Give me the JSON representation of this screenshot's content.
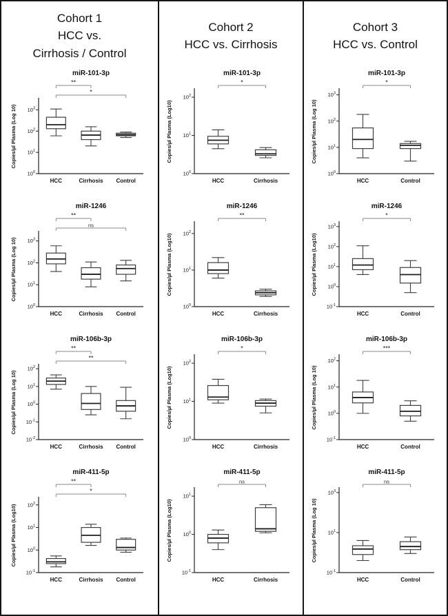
{
  "figure": {
    "columns": [
      {
        "id": "cohort-1",
        "header": "Cohort 1\nHCC vs.\nCirrhosis  / Control"
      },
      {
        "id": "cohort-2",
        "header": "Cohort 2\nHCC vs. Cirrhosis"
      },
      {
        "id": "cohort-3",
        "header": "Cohort 3\nHCC vs. Control"
      }
    ]
  },
  "chart_data": [
    {
      "type": "box",
      "cohort": 1,
      "title": "miR-101-3p",
      "ylabel": "Copies/µl Plasma (Log 10)",
      "yticks": [
        0,
        1,
        2,
        3
      ],
      "ylim": [
        0,
        3.5
      ],
      "groups": [
        {
          "label": "HCC",
          "whislo": 60,
          "q1": 130,
          "med": 200,
          "q3": 450,
          "whishi": 1100
        },
        {
          "label": "Cirrhosis",
          "whislo": 20,
          "q1": 40,
          "med": 65,
          "q3": 100,
          "whishi": 160
        },
        {
          "label": "Control",
          "whislo": 50,
          "q1": 60,
          "med": 68,
          "q3": 80,
          "whishi": 90
        }
      ],
      "brackets": [
        {
          "from": 0,
          "to": 1,
          "label": "**",
          "level": 1
        },
        {
          "from": 0,
          "to": 2,
          "label": "*",
          "level": 0
        }
      ]
    },
    {
      "type": "box",
      "cohort": 1,
      "title": "miR-1246",
      "ylabel": "Copies/µl Plasma (Log 10)",
      "yticks": [
        0,
        1,
        2,
        3
      ],
      "ylim": [
        0,
        3.4
      ],
      "groups": [
        {
          "label": "HCC",
          "whislo": 40,
          "q1": 90,
          "med": 150,
          "q3": 280,
          "whishi": 600
        },
        {
          "label": "Cirrhosis",
          "whislo": 8,
          "q1": 18,
          "med": 30,
          "q3": 60,
          "whishi": 110
        },
        {
          "label": "Control",
          "whislo": 15,
          "q1": 30,
          "med": 55,
          "q3": 80,
          "whishi": 130
        }
      ],
      "brackets": [
        {
          "from": 0,
          "to": 1,
          "label": "**",
          "level": 1
        },
        {
          "from": 0,
          "to": 2,
          "label": "ns",
          "level": 0
        }
      ]
    },
    {
      "type": "box",
      "cohort": 1,
      "title": "miR-106b-3p",
      "ylabel": "Copies/µl Plasma (Log 10)",
      "yticks": [
        -2,
        -1,
        0,
        1,
        2
      ],
      "ylim": [
        -2,
        2.2
      ],
      "groups": [
        {
          "label": "HCC",
          "whislo": 7,
          "q1": 13,
          "med": 20,
          "q3": 30,
          "whishi": 45
        },
        {
          "label": "Cirrhosis",
          "whislo": 0.25,
          "q1": 0.5,
          "med": 1.1,
          "q3": 4,
          "whishi": 10
        },
        {
          "label": "Control",
          "whislo": 0.15,
          "q1": 0.4,
          "med": 0.8,
          "q3": 1.6,
          "whishi": 9
        }
      ],
      "brackets": [
        {
          "from": 0,
          "to": 1,
          "label": "**",
          "level": 1
        },
        {
          "from": 0,
          "to": 2,
          "label": "**",
          "level": 0
        }
      ]
    },
    {
      "type": "box",
      "cohort": 1,
      "title": "miR-411-5p",
      "ylabel": "Copies/µl Plasma (Log10)",
      "yticks": [
        -1,
        0,
        1,
        2
      ],
      "ylim": [
        -1,
        2.3
      ],
      "groups": [
        {
          "label": "HCC",
          "whislo": 0.18,
          "q1": 0.25,
          "med": 0.3,
          "q3": 0.42,
          "whishi": 0.55
        },
        {
          "label": "Cirrhosis",
          "whislo": 1.6,
          "q1": 2.2,
          "med": 4.5,
          "q3": 10,
          "whishi": 14
        },
        {
          "label": "Control",
          "whislo": 0.8,
          "q1": 1.0,
          "med": 1.3,
          "q3": 3.0,
          "whishi": 3.4
        }
      ],
      "brackets": [
        {
          "from": 0,
          "to": 1,
          "label": "**",
          "level": 1
        },
        {
          "from": 0,
          "to": 2,
          "label": "*",
          "level": 0
        }
      ]
    },
    {
      "type": "box",
      "cohort": 2,
      "title": "miR-101-3p",
      "ylabel": "Copies/µl Plasma (Log10)",
      "yticks": [
        0,
        1,
        2
      ],
      "ylim": [
        0,
        2.2
      ],
      "groups": [
        {
          "label": "HCC",
          "whislo": 4.5,
          "q1": 6,
          "med": 7.5,
          "q3": 9.5,
          "whishi": 14
        },
        {
          "label": "Cirrhosis",
          "whislo": 2.6,
          "q1": 3.0,
          "med": 3.3,
          "q3": 4.2,
          "whishi": 4.8
        }
      ],
      "brackets": [
        {
          "from": 0,
          "to": 1,
          "label": "*",
          "level": 0
        }
      ]
    },
    {
      "type": "box",
      "cohort": 2,
      "title": "miR-1246",
      "ylabel": "Copies/µl Plasma (Log10)",
      "yticks": [
        0,
        1,
        2
      ],
      "ylim": [
        0,
        2.3
      ],
      "groups": [
        {
          "label": "HCC",
          "whislo": 6,
          "q1": 8,
          "med": 10,
          "q3": 16,
          "whishi": 22
        },
        {
          "label": "Cirrhosis",
          "whislo": 1.9,
          "q1": 2.1,
          "med": 2.4,
          "q3": 2.7,
          "whishi": 3.0
        }
      ],
      "brackets": [
        {
          "from": 0,
          "to": 1,
          "label": "**",
          "level": 0
        }
      ]
    },
    {
      "type": "box",
      "cohort": 2,
      "title": "miR-106b-3p",
      "ylabel": "Copies/µl Plasma (Log10)",
      "yticks": [
        0,
        1,
        2
      ],
      "ylim": [
        0,
        2.2
      ],
      "groups": [
        {
          "label": "HCC",
          "whislo": 9,
          "q1": 11,
          "med": 13,
          "q3": 26,
          "whishi": 38
        },
        {
          "label": "Cirrhosis",
          "whislo": 5,
          "q1": 7.5,
          "med": 9,
          "q3": 10.5,
          "whishi": 11.5
        }
      ],
      "brackets": [
        {
          "from": 0,
          "to": 1,
          "label": "*",
          "level": 0
        }
      ]
    },
    {
      "type": "box",
      "cohort": 2,
      "title": "miR-411-5p",
      "ylabel": "Copies/µl Plasma (Log10)",
      "yticks": [
        -1,
        0,
        1
      ],
      "ylim": [
        -1,
        1.2
      ],
      "groups": [
        {
          "label": "HCC",
          "whislo": 0.4,
          "q1": 0.6,
          "med": 0.8,
          "q3": 1.0,
          "whishi": 1.3
        },
        {
          "label": "Cirrhosis",
          "whislo": 1.1,
          "q1": 1.2,
          "med": 1.4,
          "q3": 5.0,
          "whishi": 6.0
        }
      ],
      "brackets": [
        {
          "from": 0,
          "to": 1,
          "label": "ns",
          "level": 0
        }
      ]
    },
    {
      "type": "box",
      "cohort": 3,
      "title": "miR-101-3p",
      "ylabel": "Copies/µl Plasma (Log 10)",
      "yticks": [
        0,
        1,
        2,
        3
      ],
      "ylim": [
        0,
        3.2
      ],
      "groups": [
        {
          "label": "HCC",
          "whislo": 4,
          "q1": 9,
          "med": 20,
          "q3": 55,
          "whishi": 180
        },
        {
          "label": "Control",
          "whislo": 3,
          "q1": 9,
          "med": 12,
          "q3": 14,
          "whishi": 17
        }
      ],
      "brackets": [
        {
          "from": 0,
          "to": 1,
          "label": "*",
          "level": 0
        }
      ]
    },
    {
      "type": "box",
      "cohort": 3,
      "title": "miR-1246",
      "ylabel": "Copies/µl Plasma (Log10)",
      "yticks": [
        -1,
        0,
        1,
        2,
        3
      ],
      "ylim": [
        -1,
        3.2
      ],
      "groups": [
        {
          "label": "HCC",
          "whislo": 4,
          "q1": 7,
          "med": 12,
          "q3": 25,
          "whishi": 110
        },
        {
          "label": "Control",
          "whislo": 0.5,
          "q1": 1.5,
          "med": 4,
          "q3": 9,
          "whishi": 20
        }
      ],
      "brackets": [
        {
          "from": 0,
          "to": 1,
          "label": "*",
          "level": 0
        }
      ]
    },
    {
      "type": "box",
      "cohort": 3,
      "title": "miR-106b-3p",
      "ylabel": "Copies/µl Plasma (Log 10)",
      "yticks": [
        -1,
        0,
        1,
        2
      ],
      "ylim": [
        -1,
        2.2
      ],
      "groups": [
        {
          "label": "HCC",
          "whislo": 1.0,
          "q1": 2.5,
          "med": 4.0,
          "q3": 6.5,
          "whishi": 18
        },
        {
          "label": "Control",
          "whislo": 0.5,
          "q1": 0.8,
          "med": 1.2,
          "q3": 2.0,
          "whishi": 3
        }
      ],
      "brackets": [
        {
          "from": 0,
          "to": 1,
          "label": "***",
          "level": 0
        }
      ]
    },
    {
      "type": "box",
      "cohort": 3,
      "title": "miR-411-5p",
      "ylabel": "Copies/µl Plasma (Log 10)",
      "yticks": [
        -1,
        1,
        3
      ],
      "ylim": [
        -1,
        3.2
      ],
      "groups": [
        {
          "label": "HCC",
          "whislo": 0.4,
          "q1": 0.8,
          "med": 1.5,
          "q3": 2.2,
          "whishi": 4
        },
        {
          "label": "Control",
          "whislo": 0.9,
          "q1": 1.4,
          "med": 2.0,
          "q3": 3.5,
          "whishi": 6
        }
      ],
      "brackets": [
        {
          "from": 0,
          "to": 1,
          "label": "ns",
          "level": 0
        }
      ]
    }
  ]
}
